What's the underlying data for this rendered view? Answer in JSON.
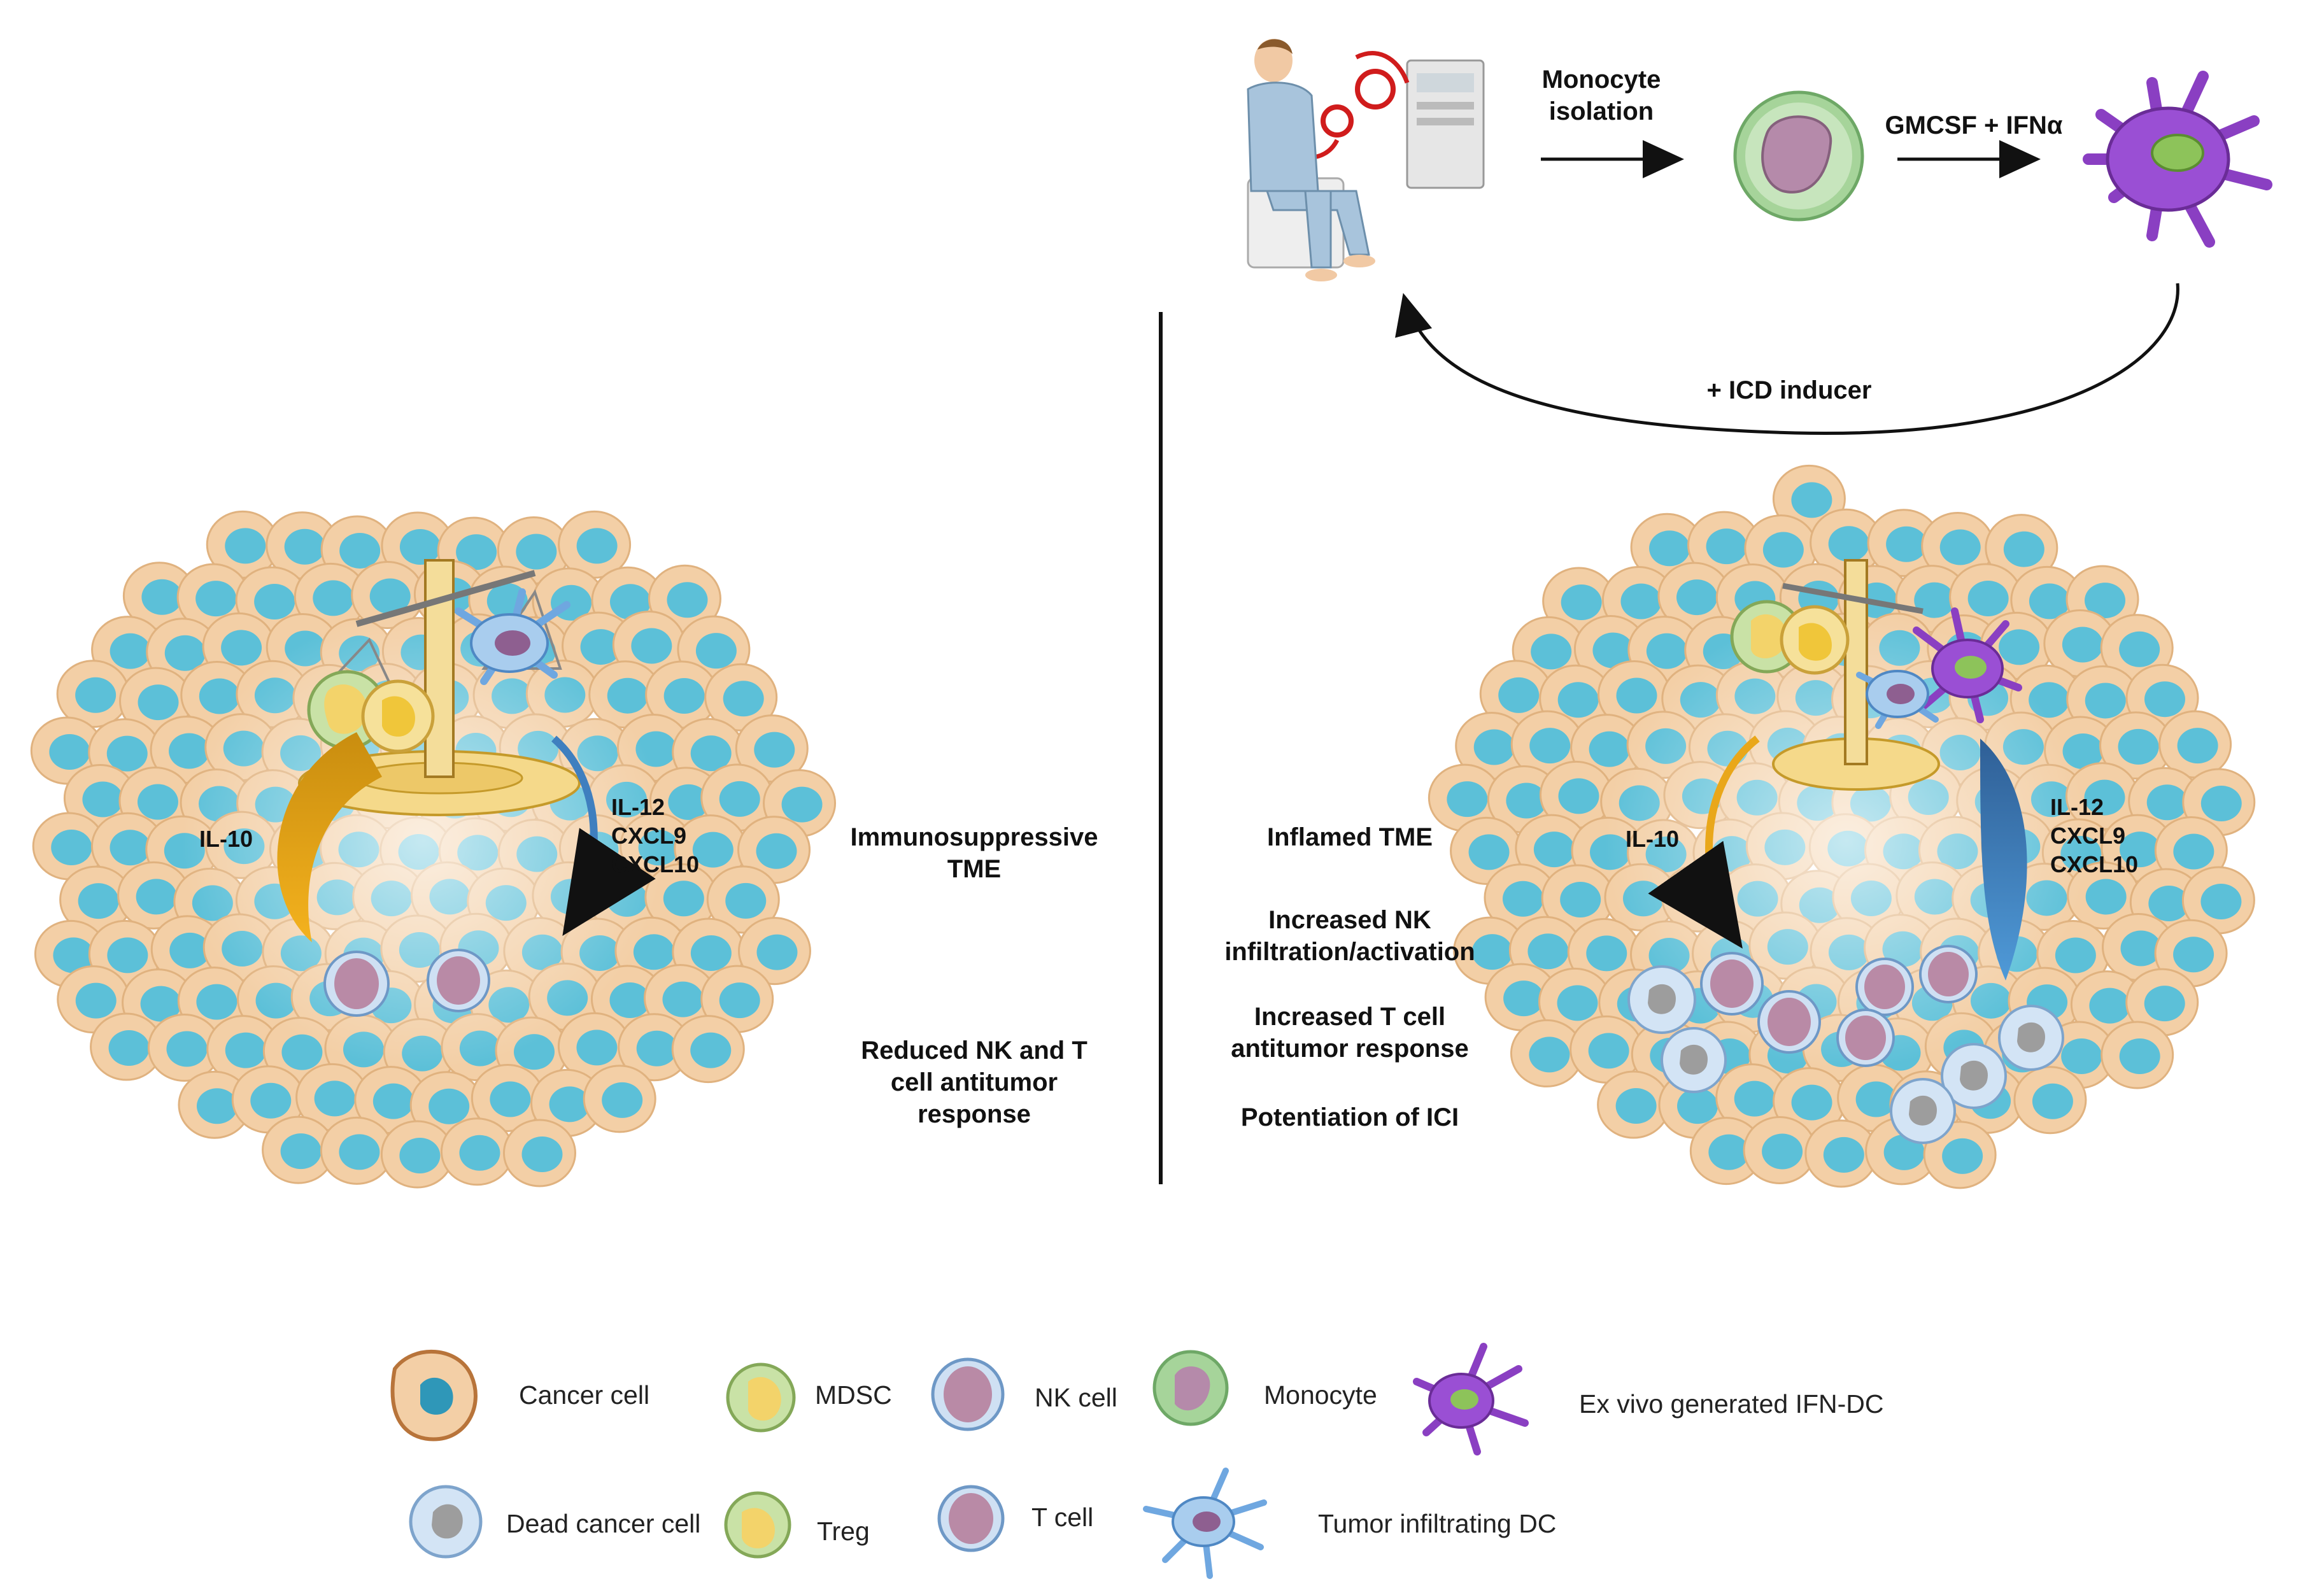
{
  "top_flow": {
    "step1_label": "Monocyte\nisolation",
    "step2_label": "GMCSF + IFNα",
    "return_label": "+ ICD inducer"
  },
  "left_panel": {
    "cytokine_left": "IL-10",
    "cytokine_right": "IL-12\nCXCL9\nCXCL10",
    "outcome_1": "Immunosuppressive\nTME",
    "outcome_2": "Reduced NK and T\ncell antitumor\nresponse"
  },
  "right_panel": {
    "cytokine_left": "IL-10",
    "cytokine_right": "IL-12\nCXCL9\nCXCL10",
    "outcome_1": "Inflamed TME",
    "outcome_2": "Increased NK\ninfiltration/activation",
    "outcome_3": "Increased T cell\nantitumor response",
    "outcome_4": "Potentiation of ICI"
  },
  "legend": {
    "cancer_cell": "Cancer cell",
    "mdsc": "MDSC",
    "nk_cell": "NK cell",
    "monocyte": "Monocyte",
    "ifn_dc": "Ex vivo generated IFN-DC",
    "dead_cancer_cell": "Dead cancer cell",
    "treg": "Treg",
    "t_cell": "T cell",
    "tumor_dc": "Tumor infiltrating DC"
  },
  "colors": {
    "cancer_cell_body": "#f3cfa6",
    "cancer_cell_nucleus": "#5cc0d8",
    "il10_arrow": "#e9a71a",
    "il12_arrow": "#3f7fbf",
    "nk_t_cell": "#b98aa6",
    "monocyte": "#9ccc8a",
    "ifn_dc": "#8a3fc2",
    "tumor_dc": "#6fa7e0",
    "mdsc": "#c9e2a6",
    "treg": "#f3d36a"
  }
}
